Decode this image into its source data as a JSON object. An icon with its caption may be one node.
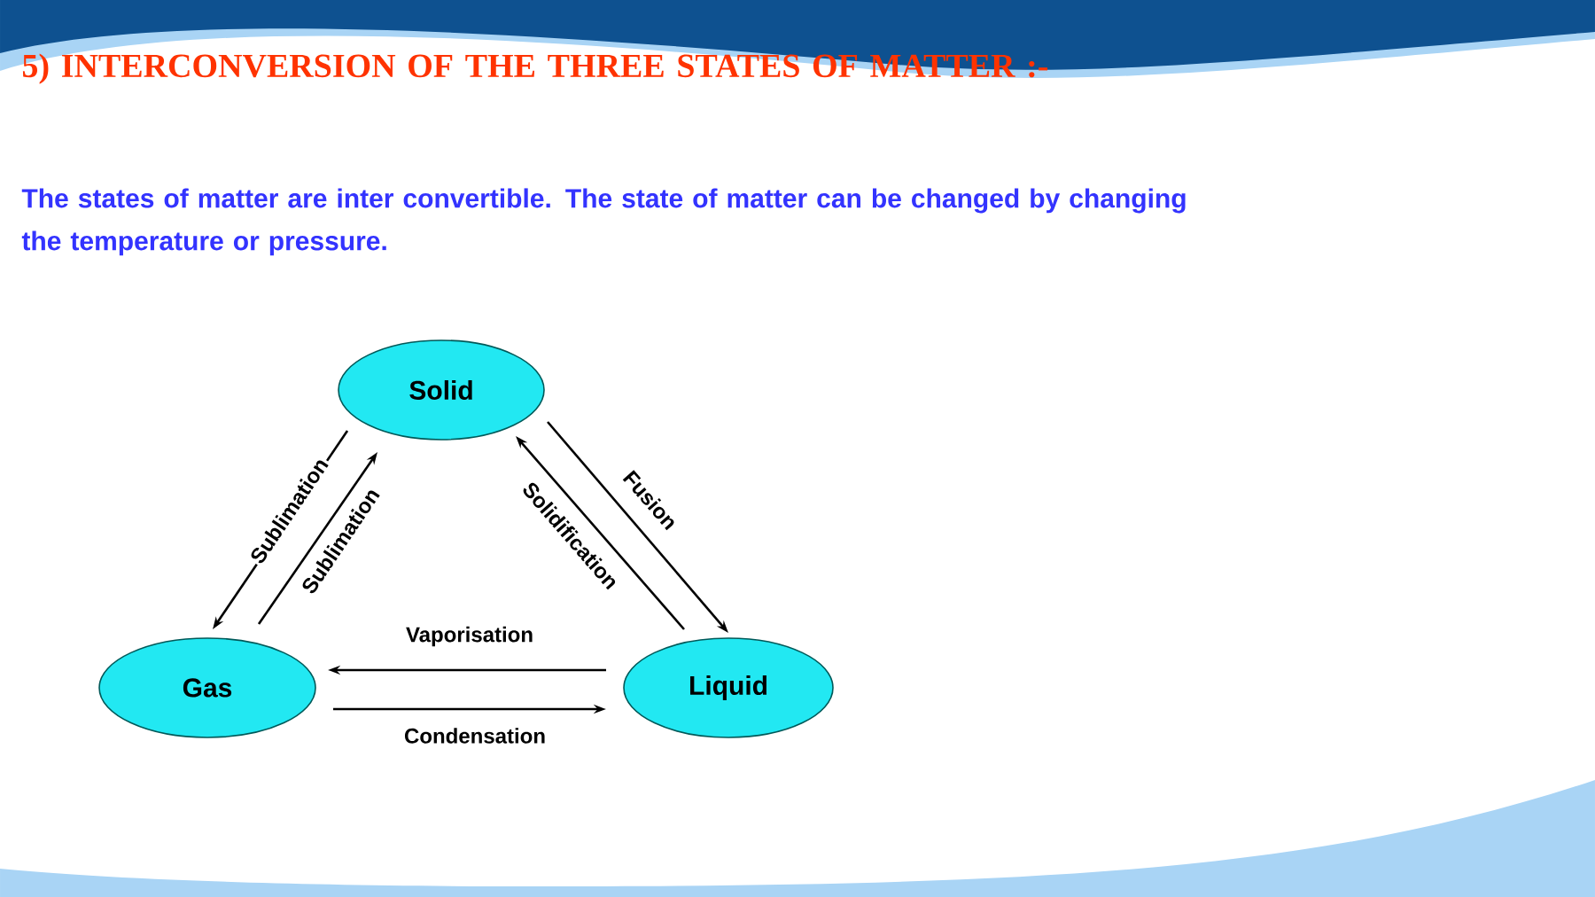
{
  "diagram": {
    "title": "5) INTERCONVERSION OF THE THREE STATES OF MATTER :-",
    "nodes": [
      {
        "text": [
          "Solid"
        ]
      },
      {
        "text": [
          "Gas"
        ]
      },
      {
        "text": [
          "Liquid"
        ]
      }
    ],
    "edges": [
      {
        "from": 0,
        "to": 1,
        "arrow": "to",
        "label": "Sublimation"
      },
      {
        "from": 1,
        "to": 0,
        "arrow": "to",
        "label": "Sublimation"
      },
      {
        "from": 2,
        "to": 0,
        "arrow": "to",
        "label": "Solidification"
      },
      {
        "from": 0,
        "to": 2,
        "arrow": "to",
        "label": "Fusion"
      },
      {
        "from": 2,
        "to": 1,
        "arrow": "to",
        "label": "Vaporisation"
      },
      {
        "from": 1,
        "to": 2,
        "arrow": "to",
        "label": "Condensation"
      }
    ],
    "labels": [
      "The states of matter are inter convertible. The state of matter can be changed by changing the temperature or pressure."
    ]
  }
}
